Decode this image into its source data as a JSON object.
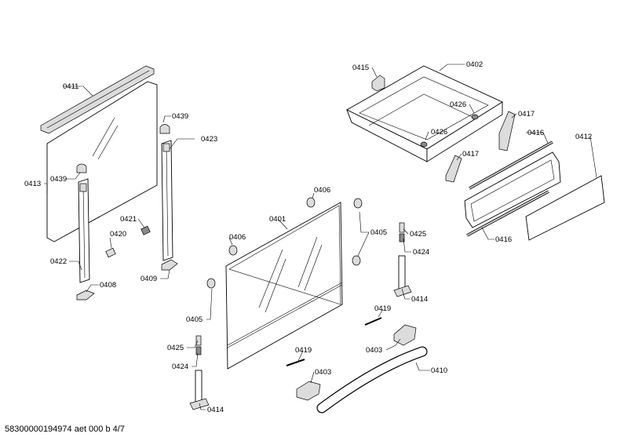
{
  "labels": {
    "l0411": "0411",
    "l0413": "0413",
    "l0439a": "0439",
    "l0439b": "0439",
    "l0423": "0423",
    "l0421": "0421",
    "l0420": "0420",
    "l0422": "0422",
    "l0408": "0408",
    "l0409": "0409",
    "l0406a": "0406",
    "l0406b": "0406",
    "l0401": "0401",
    "l0405a": "0405",
    "l0405b": "0405",
    "l0425a": "0425",
    "l0425b": "0425",
    "l0424a": "0424",
    "l0424b": "0424",
    "l0414a": "0414",
    "l0414b": "0414",
    "l0419a": "0419",
    "l0419b": "0419",
    "l0403a": "0403",
    "l0403b": "0403",
    "l0410": "0410",
    "l0415": "0415",
    "l0402": "0402",
    "l0426a": "0426",
    "l0426b": "0426",
    "l0417a": "0417",
    "l0417b": "0417",
    "l0416a": "0416",
    "l0416b": "0416",
    "l0412": "0412"
  },
  "footer": "58300000194974 aet 000 b 4/7"
}
